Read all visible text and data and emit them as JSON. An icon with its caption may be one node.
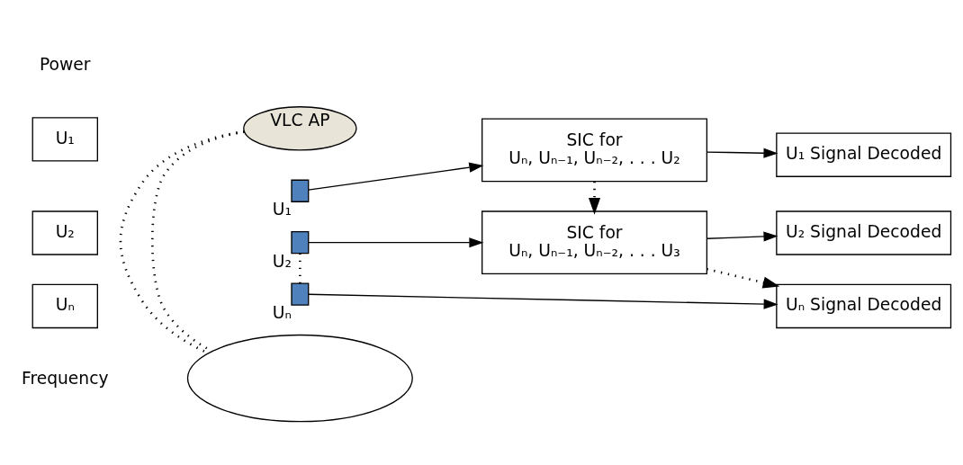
{
  "diagram": {
    "nodes": [
      {
        "text": [
          "U₁"
        ]
      },
      {
        "text": [
          "U₂"
        ]
      },
      {
        "text": [
          "Uₙ"
        ]
      },
      {
        "text": [
          "VLC AP"
        ]
      },
      {
        "text": [],
        "shape": "ellipse"
      },
      {
        "text": [],
        "shape": "box",
        "beside": [
          "U₁"
        ]
      },
      {
        "text": [],
        "shape": "box",
        "beside": [
          "U₂"
        ]
      },
      {
        "text": [],
        "shape": "box",
        "beside": [
          "Uₙ"
        ]
      },
      {
        "text": [
          "SIC for",
          "Uₙ, Uₙ₋₁, Uₙ₋₂, . . . U₂"
        ]
      },
      {
        "text": [
          "U₁ Signal Decoded"
        ]
      },
      {
        "text": [
          "SIC for",
          "Uₙ, Uₙ₋₁, Uₙ₋₂, . . . U₃"
        ]
      },
      {
        "text": [
          "U₂ Signal Decoded"
        ]
      },
      {
        "text": [
          "Uₙ Signal Decoded"
        ]
      }
    ],
    "edges": [
      {
        "from": 3,
        "to": 4,
        "arrow": "none",
        "style": "dashed"
      },
      {
        "from": 3,
        "to": 4,
        "arrow": "none",
        "style": "dashed"
      },
      {
        "from": 6,
        "to": 7,
        "arrow": "none",
        "style": "dashed"
      },
      {
        "from": 5,
        "to": 8,
        "arrow": "to"
      },
      {
        "from": 8,
        "to": 9,
        "arrow": "to"
      },
      {
        "from": 8,
        "to": 10,
        "arrow": "to",
        "style": "dashed"
      },
      {
        "from": 6,
        "to": 10,
        "arrow": "to"
      },
      {
        "from": 10,
        "to": 11,
        "arrow": "to"
      },
      {
        "from": 7,
        "to": 12,
        "arrow": "to"
      },
      {
        "from": 10,
        "to": 12,
        "arrow": "to",
        "style": "dashed"
      }
    ],
    "labels": [
      "Power",
      "Frequency"
    ]
  }
}
